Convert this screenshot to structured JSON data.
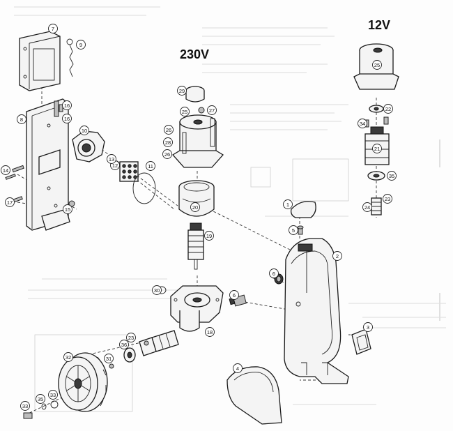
{
  "voltage_labels": {
    "left": "230V",
    "right": "12V"
  },
  "callouts": [
    "1",
    "2",
    "3",
    "4",
    "5",
    "6",
    "7",
    "8",
    "9",
    "10",
    "11",
    "12",
    "13",
    "14",
    "15",
    "16",
    "17",
    "18",
    "19",
    "20",
    "21",
    "22",
    "23",
    "24",
    "25",
    "26",
    "27",
    "28",
    "29",
    "30",
    "31",
    "32",
    "33",
    "34",
    "35"
  ],
  "colors": {
    "ink": "#1a1a1a",
    "paper": "#fdfdfd",
    "dark_part": "#3a3a3a"
  }
}
